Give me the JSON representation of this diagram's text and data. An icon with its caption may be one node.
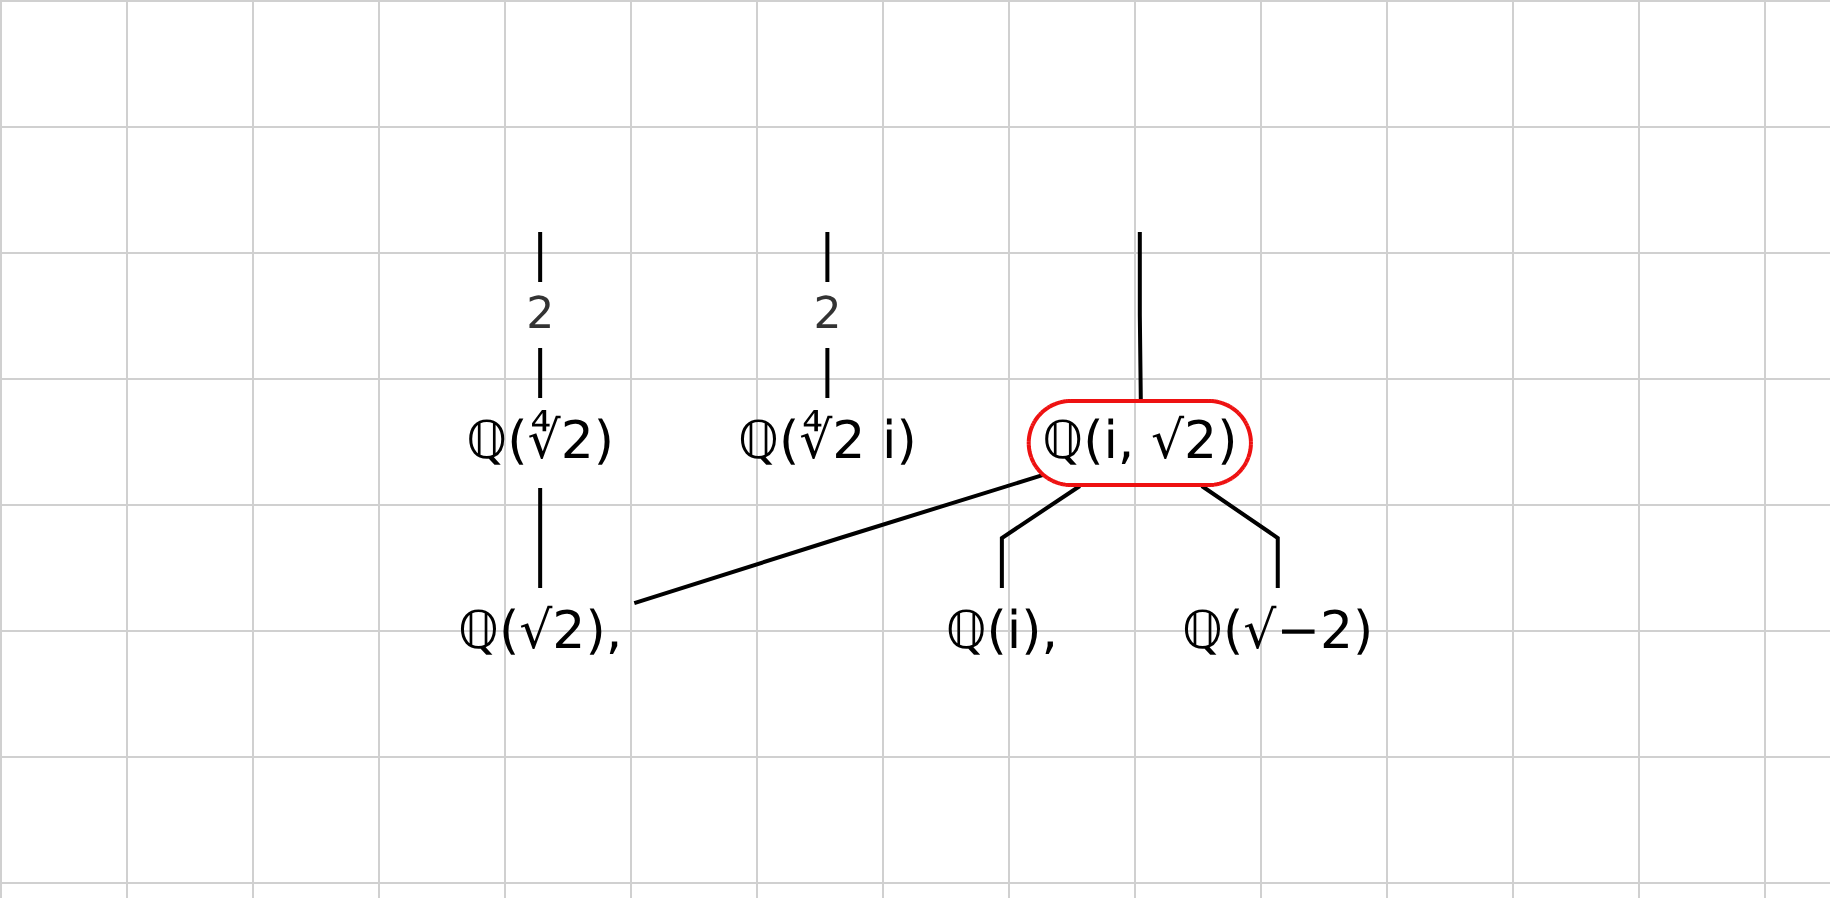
{
  "diagram": {
    "nodes": [
      {
        "text": [
          "ℚ(∜2)"
        ]
      },
      {
        "text": [
          "ℚ(∜2 i)"
        ]
      },
      {
        "text": [
          "ℚ(i, √2)"
        ]
      },
      {
        "text": [
          "ℚ(i),"
        ]
      },
      {
        "text": [
          "ℚ(√2),"
        ]
      },
      {
        "text": [
          "ℚ(√−2)"
        ]
      }
    ],
    "edges": [
      {
        "from": null,
        "to": 0,
        "arrow": "none",
        "label": "2"
      },
      {
        "from": null,
        "to": 1,
        "arrow": "none",
        "label": "2"
      },
      {
        "from": null,
        "to": 2,
        "arrow": "none"
      },
      {
        "from": 0,
        "to": 4,
        "arrow": "none"
      },
      {
        "from": 2,
        "to": 3,
        "arrow": "none"
      },
      {
        "from": 2,
        "to": 4,
        "arrow": "none"
      },
      {
        "from": 2,
        "to": 5,
        "arrow": "none"
      }
    ]
  }
}
